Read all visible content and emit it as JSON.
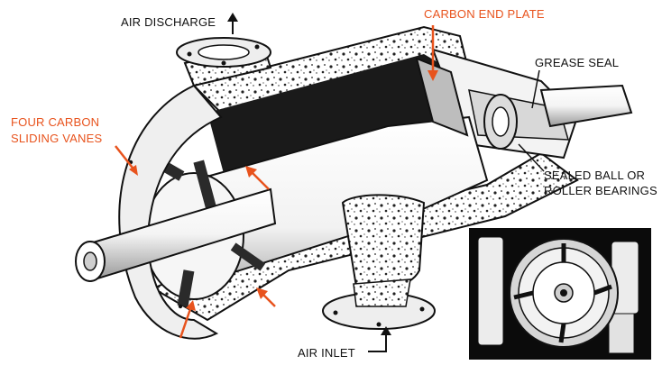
{
  "colors": {
    "accent_red": "#e8531d",
    "ink": "#111111",
    "paper": "#ffffff",
    "shade": "#cfcfcf",
    "inset_bg": "#0b0b0b"
  },
  "labels": {
    "air_discharge": "AIR DISCHARGE",
    "carbon_end_plate": "CARBON END PLATE",
    "grease_seal": "GREASE SEAL",
    "four_carbon_line1": "FOUR CARBON",
    "four_carbon_line2": "SLIDING VANES",
    "sealed_ball_line1": "SEALED BALL OR",
    "sealed_ball_line2": "ROLLER BEARINGS",
    "air_inlet": "AIR INLET"
  },
  "icons": {
    "discharge_arrow": "arrow-up-icon",
    "inlet_arrow": "arrow-bend-icon"
  }
}
